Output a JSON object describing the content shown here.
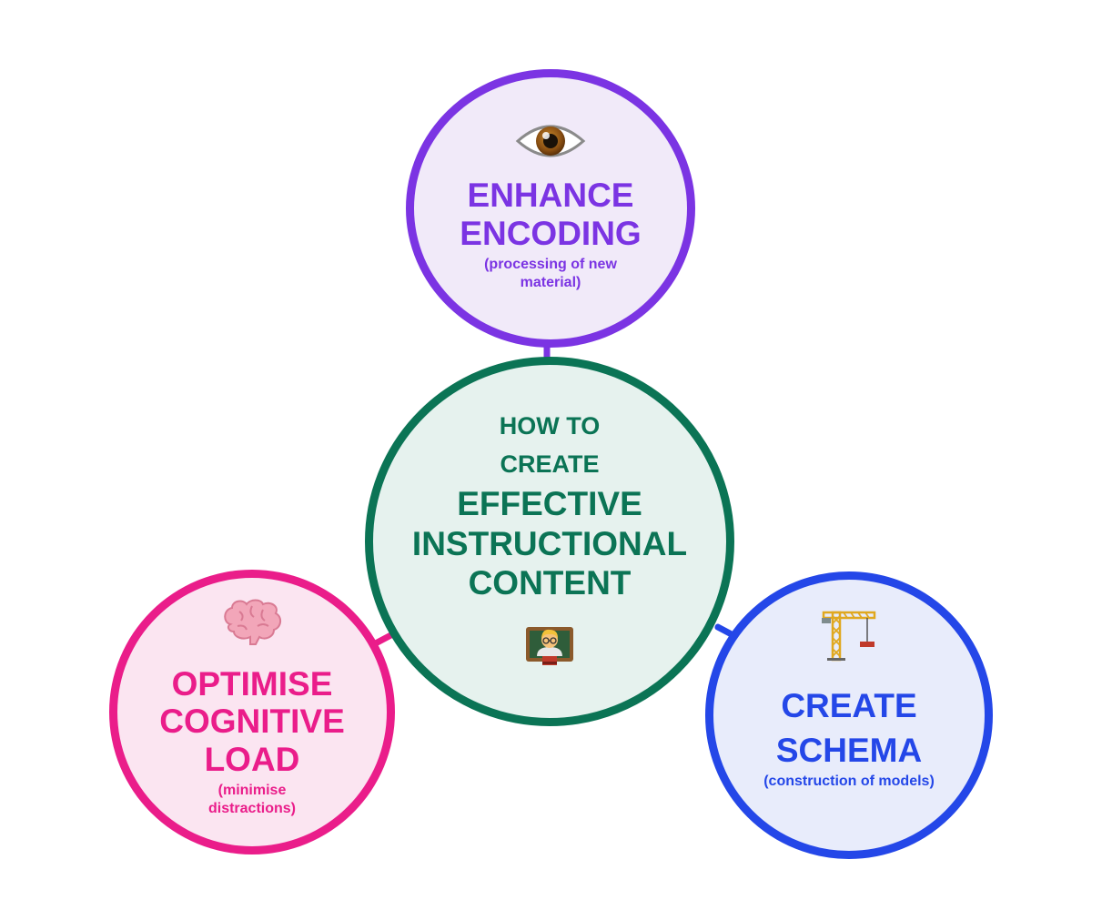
{
  "diagram": {
    "top": {
      "title_line1": "ENHANCE",
      "title_line2": "ENCODING",
      "subtitle": "(processing of new material)",
      "icon": "eye-icon",
      "color": "#7b34e3",
      "fill": "#f1eaf9"
    },
    "center": {
      "pre_line1": "HOW TO",
      "pre_line2": "CREATE",
      "title_line1": "EFFECTIVE",
      "title_line2": "INSTRUCTIONAL",
      "title_line3": "CONTENT",
      "icon": "teacher-icon",
      "color": "#0b7455",
      "fill": "#e6f2ee"
    },
    "left": {
      "title_line1": "OPTIMISE",
      "title_line2": "COGNITIVE",
      "title_line3": "LOAD",
      "subtitle": "(minimise distractions)",
      "icon": "brain-icon",
      "color": "#ea1d8a",
      "fill": "#fbe5f1"
    },
    "right": {
      "title_line1": "CREATE",
      "title_line2": "SCHEMA",
      "subtitle": "(construction of models)",
      "icon": "crane-icon",
      "color": "#2447e8",
      "fill": "#e8ecfb"
    }
  }
}
